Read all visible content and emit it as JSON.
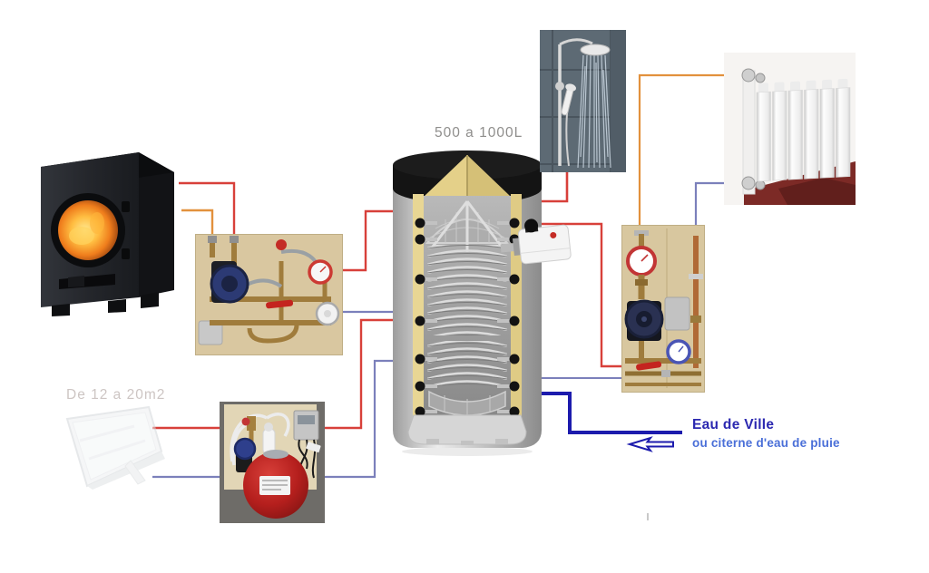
{
  "labels": {
    "tank_capacity": "500 a 1000L",
    "solar_area": "De 12 a 20m2",
    "city_water_title": "Eau de Ville",
    "city_water_subtitle": "ou citerne d'eau de pluie"
  },
  "colors": {
    "pipe_hot": "#d8403a",
    "pipe_warm": "#e2913d",
    "pipe_cold": "#7b80bb",
    "pipe_city_water": "#1c1bad",
    "city_water_title": "#2b28b0",
    "city_water_subtitle": "#4a6fd8",
    "tank_label": "#8f8e8c",
    "solar_label": "#cdc5c3"
  },
  "components": [
    {
      "id": "wood-stove",
      "desc": "wood stove with fire window"
    },
    {
      "id": "boiler-loading-unit",
      "desc": "boiler loading unit with circulation pump on plywood"
    },
    {
      "id": "buffer-tank",
      "desc": "cutaway buffer tank with coil heat exchangers and electric heater"
    },
    {
      "id": "shower",
      "desc": "rain shower on tiled wall"
    },
    {
      "id": "radiator",
      "desc": "white aluminium radiator"
    },
    {
      "id": "heating-pump-group",
      "desc": "heating circuit pump group on plywood board"
    },
    {
      "id": "solar-collector",
      "desc": "flat plate solar collector (faded)"
    },
    {
      "id": "solar-station",
      "desc": "solar pump station with red expansion vessel"
    }
  ],
  "connections": [
    {
      "from": "wood-stove",
      "to": "boiler-loading-unit",
      "line": "hot"
    },
    {
      "from": "wood-stove",
      "to": "boiler-loading-unit",
      "line": "warm"
    },
    {
      "from": "boiler-loading-unit",
      "to": "buffer-tank",
      "line": "hot"
    },
    {
      "from": "boiler-loading-unit",
      "to": "buffer-tank",
      "line": "cold"
    },
    {
      "from": "buffer-tank",
      "to": "shower",
      "line": "hot"
    },
    {
      "from": "buffer-tank",
      "to": "heating-pump-group",
      "line": "hot"
    },
    {
      "from": "radiator",
      "to": "heating-pump-group",
      "line": "warm"
    },
    {
      "from": "radiator",
      "to": "heating-pump-group",
      "line": "cold"
    },
    {
      "from": "heating-pump-group",
      "to": "buffer-tank",
      "line": "cold"
    },
    {
      "from": "buffer-tank",
      "to": "solar-collector",
      "via": "solar-station",
      "line": "hot"
    },
    {
      "from": "buffer-tank",
      "to": "solar-collector",
      "via": "solar-station",
      "line": "cold"
    },
    {
      "from": "city-water-inlet",
      "to": "buffer-tank",
      "line": "city_water"
    }
  ]
}
